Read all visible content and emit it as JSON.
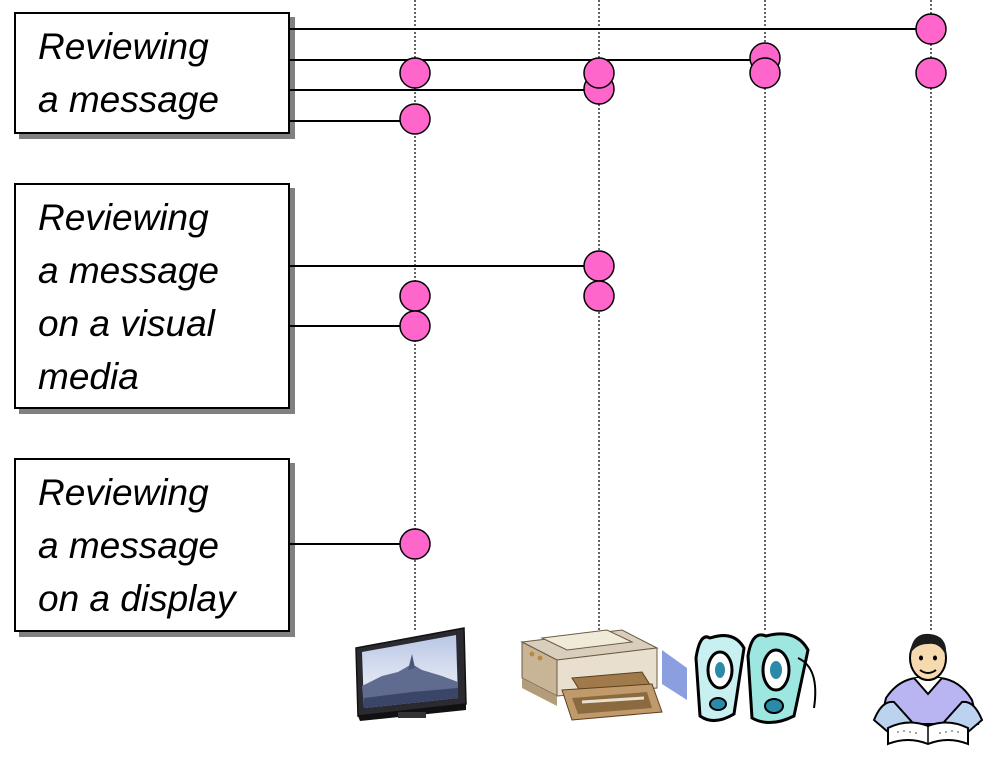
{
  "groups": [
    {
      "lines": [
        "Reviewing",
        "a message"
      ]
    },
    {
      "lines": [
        "Reviewing",
        "a message",
        "on a visual",
        "media"
      ]
    },
    {
      "lines": [
        "Reviewing",
        "a message",
        "on a display"
      ]
    }
  ],
  "devices": [
    {
      "name": "display",
      "icon": "tv-icon"
    },
    {
      "name": "printer",
      "icon": "printer-icon"
    },
    {
      "name": "speakers",
      "icon": "speakers-icon"
    },
    {
      "name": "reader",
      "icon": "person-reading-icon"
    }
  ],
  "colors": {
    "node_fill": "#ff66cc",
    "node_stroke": "#000000",
    "line": "#000000",
    "box_shadow": "#808080"
  }
}
